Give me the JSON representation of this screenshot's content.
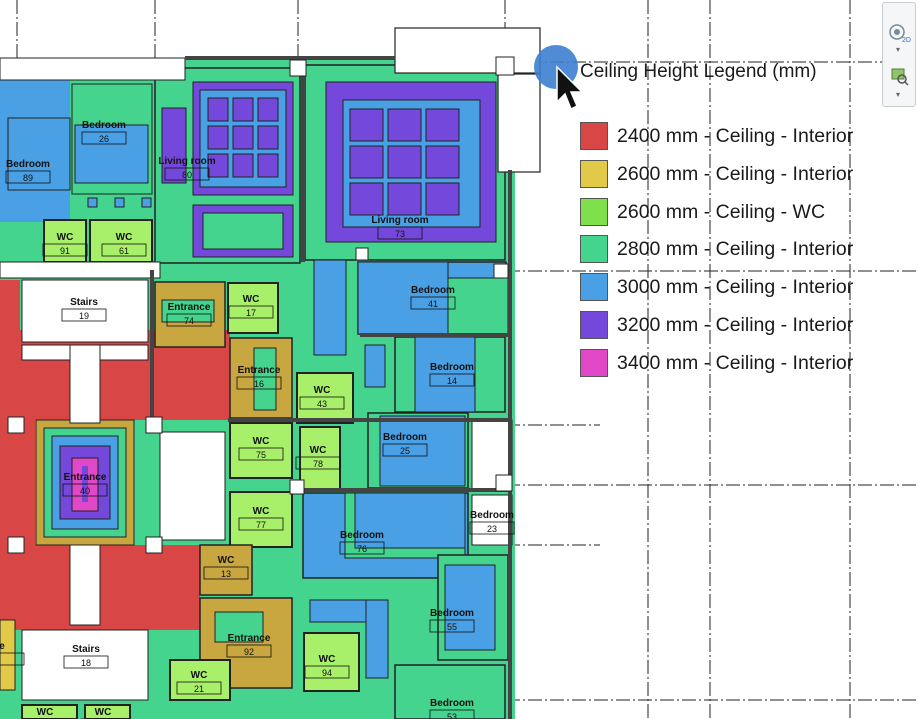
{
  "legend": {
    "title": "Ceiling Height Legend (mm)",
    "items": [
      {
        "label": "2400 mm - Ceiling - Interior",
        "color": "#d94646"
      },
      {
        "label": "2600 mm - Ceiling - Interior",
        "color": "#e3c948"
      },
      {
        "label": "2600 mm - Ceiling - WC",
        "color": "#7ee04a"
      },
      {
        "label": "2800 mm - Ceiling - Interior",
        "color": "#44d48e"
      },
      {
        "label": "3000 mm - Ceiling - Interior",
        "color": "#4aa0e4"
      },
      {
        "label": "3200 mm - Ceiling - Interior",
        "color": "#7548dc"
      },
      {
        "label": "3400 mm - Ceiling - Interior",
        "color": "#e048c8"
      }
    ]
  },
  "rooms": [
    {
      "name": "Bedroom",
      "number": "26"
    },
    {
      "name": "Bedroom",
      "number": "89"
    },
    {
      "name": "Living room",
      "number": "80"
    },
    {
      "name": "Living room",
      "number": "73"
    },
    {
      "name": "WC",
      "number": "91"
    },
    {
      "name": "WC",
      "number": "61"
    },
    {
      "name": "Stairs",
      "number": "19"
    },
    {
      "name": "Entrance",
      "number": "74"
    },
    {
      "name": "WC",
      "number": "17"
    },
    {
      "name": "Bedroom",
      "number": "41"
    },
    {
      "name": "Entrance",
      "number": "16"
    },
    {
      "name": "WC",
      "number": "43"
    },
    {
      "name": "Bedroom",
      "number": "14"
    },
    {
      "name": "Entrance",
      "number": "40"
    },
    {
      "name": "WC",
      "number": "75"
    },
    {
      "name": "WC",
      "number": "78"
    },
    {
      "name": "Bedroom",
      "number": "25"
    },
    {
      "name": "WC",
      "number": "77"
    },
    {
      "name": "Bedroom",
      "number": "76"
    },
    {
      "name": "Bedroom",
      "number": "23"
    },
    {
      "name": "WC",
      "number": "13"
    },
    {
      "name": "Entrance",
      "number": "92"
    },
    {
      "name": "WC",
      "number": "94"
    },
    {
      "name": "Bedroom",
      "number": "55"
    },
    {
      "name": "Stairs",
      "number": "18"
    },
    {
      "name": "WC",
      "number": "21"
    },
    {
      "name": "WC",
      "number": ""
    },
    {
      "name": "WC",
      "number": ""
    },
    {
      "name": "Bedroom",
      "number": "53"
    },
    {
      "name": "e",
      "number": ""
    }
  ],
  "view_control": {
    "mode_label": "2D"
  }
}
